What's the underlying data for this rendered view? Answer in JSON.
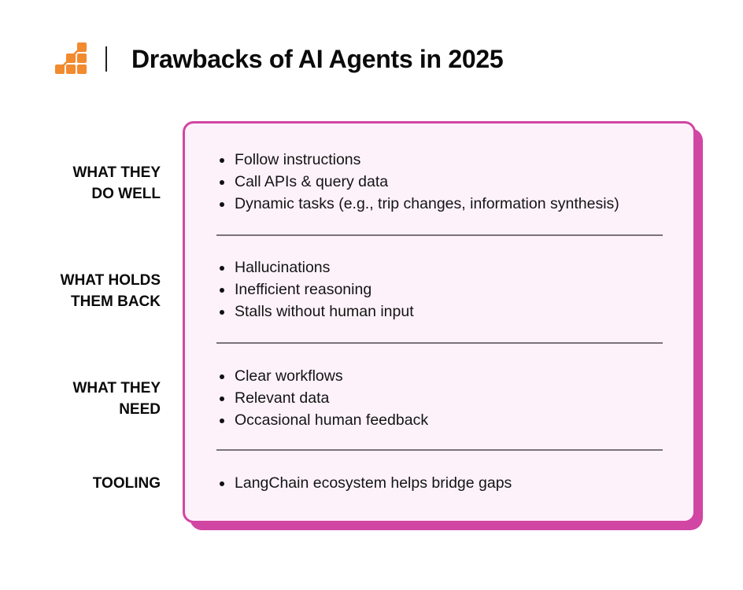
{
  "header": {
    "logo_icon": "staircase-squares-logo-icon",
    "title": "Drawbacks of AI Agents in 2025"
  },
  "colors": {
    "accent_orange": "#f28a2e",
    "card_border": "#d146a3",
    "card_fill": "#fdf2fa",
    "divider": "#7a7479"
  },
  "sections": [
    {
      "label_line1": "WHAT THEY",
      "label_line2": "DO WELL",
      "items": [
        "Follow instructions",
        "Call APIs & query data",
        "Dynamic tasks (e.g., trip changes, information synthesis)"
      ]
    },
    {
      "label_line1": "WHAT HOLDS",
      "label_line2": "THEM BACK",
      "items": [
        "Hallucinations",
        "Inefficient reasoning",
        "Stalls without human input"
      ]
    },
    {
      "label_line1": "WHAT THEY",
      "label_line2": "NEED",
      "items": [
        "Clear workflows",
        "Relevant data",
        "Occasional human feedback"
      ]
    },
    {
      "label_line1": "TOOLING",
      "items": [
        "LangChain ecosystem helps bridge gaps"
      ]
    }
  ]
}
